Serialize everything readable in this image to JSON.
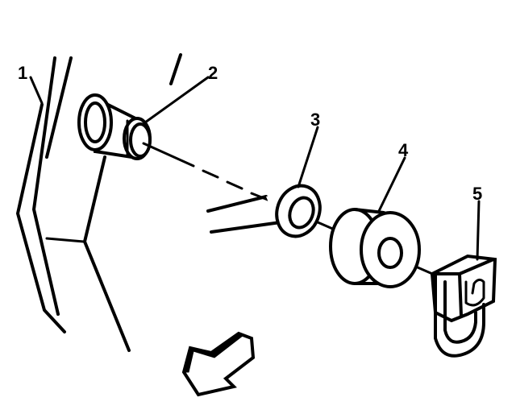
{
  "callouts": [
    {
      "id": "1",
      "label": "1"
    },
    {
      "id": "2",
      "label": "2"
    },
    {
      "id": "3",
      "label": "3"
    },
    {
      "id": "4",
      "label": "4"
    },
    {
      "id": "5",
      "label": "5"
    }
  ],
  "direction_arrow": {
    "icon": "arrow-icon",
    "fill": "#000000"
  },
  "colors": {
    "line": "#000000",
    "background": "#ffffff"
  }
}
